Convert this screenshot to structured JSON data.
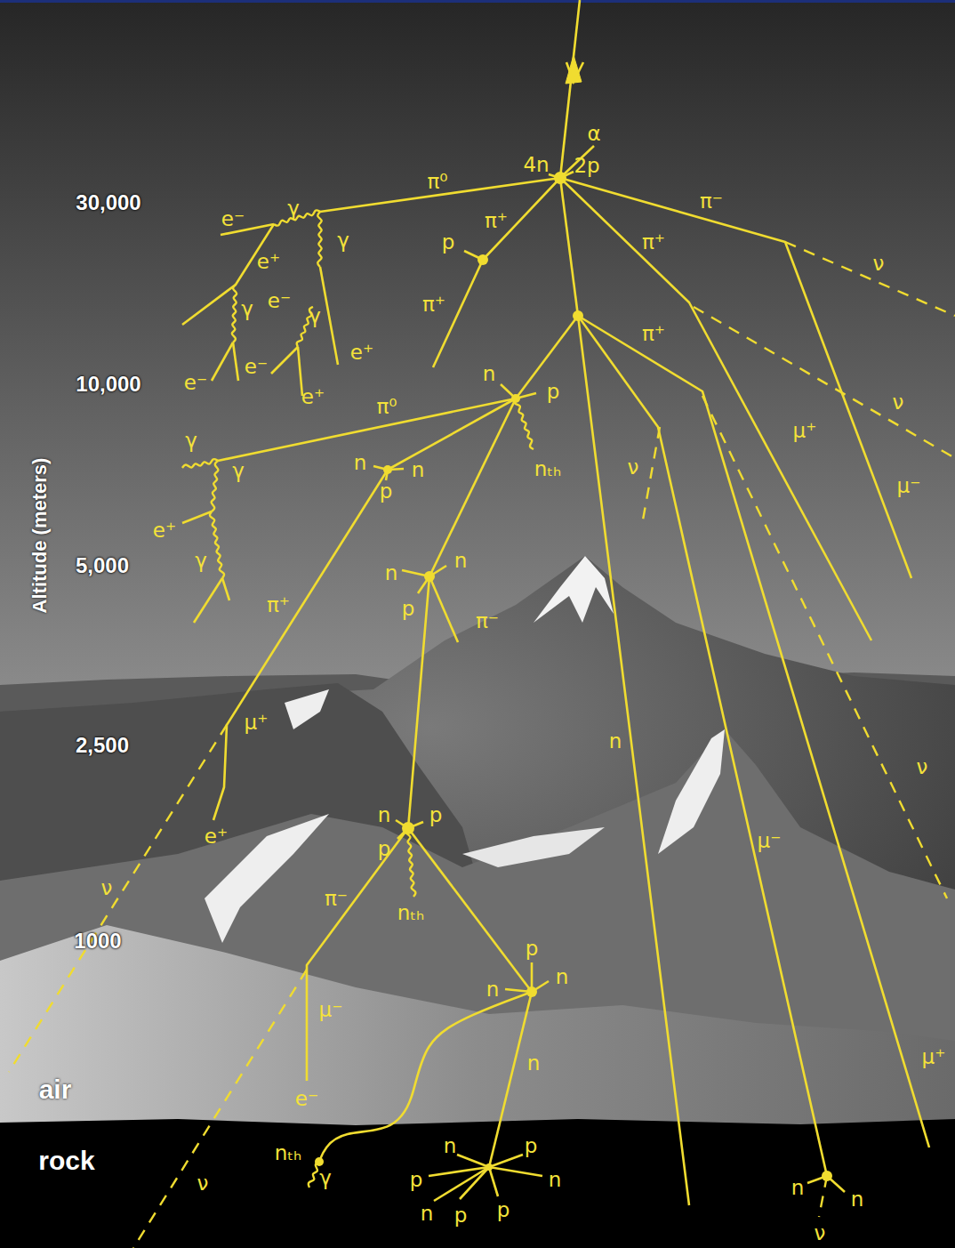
{
  "diagram": {
    "labels": [
      "α",
      "4n",
      "2p",
      "π⁰",
      "π⁻",
      "30,000",
      "γ",
      "e⁻",
      "π⁺",
      "γ",
      "p",
      "π⁺",
      "ν",
      "e⁺",
      "e⁻",
      "γ",
      "γ",
      "π⁺",
      "π⁺",
      "e⁺",
      "e⁻",
      "n",
      "e⁻",
      "10,000",
      "p",
      "e⁺",
      "ν",
      "π⁰",
      "μ⁺",
      "γ",
      "n",
      "n",
      "nₜₕ",
      "ν",
      "γ",
      "μ⁻",
      "p",
      "e⁺",
      "γ",
      "5,000",
      "n",
      "n",
      "π⁺",
      "p",
      "π⁻",
      "Altitude (meters)",
      "μ⁺",
      "n",
      "2,500",
      "ν",
      "n",
      "p",
      "e⁺",
      "μ⁻",
      "p",
      "ν",
      "π⁻",
      "nₜₕ",
      "1000",
      "p",
      "n",
      "n",
      "μ⁻",
      "μ⁺",
      "n",
      "air",
      "e⁻",
      "n",
      "p",
      "nₜₕ",
      "rock",
      "γ",
      "p",
      "n",
      "ν",
      "n",
      "n",
      "n",
      "p",
      "p",
      "ν"
    ]
  }
}
